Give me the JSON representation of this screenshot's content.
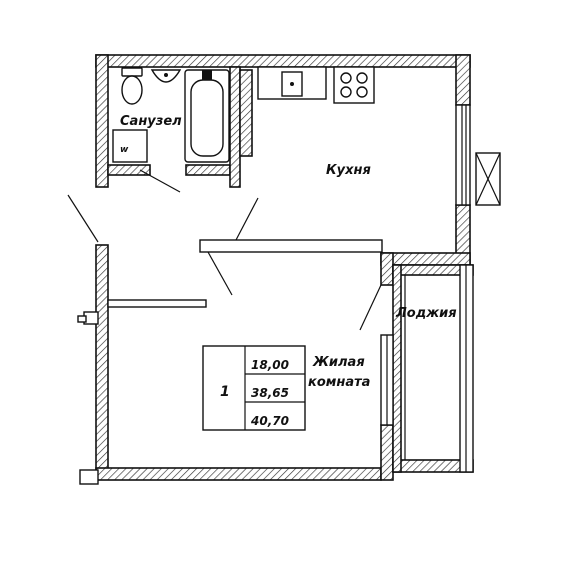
{
  "rooms": {
    "bathroom": "Санузел",
    "kitchen": "Кухня",
    "loggia": "Лоджия",
    "living_line1": "Жилая",
    "living_line2": "комната"
  },
  "info_table": {
    "rooms_count": "1",
    "living_area": "18,00",
    "total_area": "38,65",
    "area_with_loggia": "40,70"
  },
  "fixtures": {
    "washer_label": "w"
  }
}
